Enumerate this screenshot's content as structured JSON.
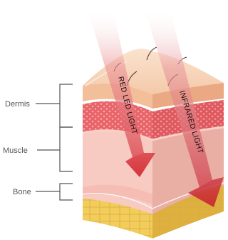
{
  "labels": {
    "dermis": "Dermis",
    "muscle": "Muscle",
    "bone": "Bone",
    "red_light": "RED LED LIGHT",
    "infrared_light": "INFRARED LIGHT"
  },
  "colors": {
    "skin_top": "#f7d7bf",
    "skin_edge": "#f0b48f",
    "dermis_red": "#e86468",
    "dermis_dots": "#f39a9a",
    "muscle_front": "#f6c9c0",
    "muscle_side": "#eab3aa",
    "bone_front": "#f0cc58",
    "bone_side": "#dcae3e",
    "bracket": "#555555",
    "red_beam": "#d8303a"
  }
}
